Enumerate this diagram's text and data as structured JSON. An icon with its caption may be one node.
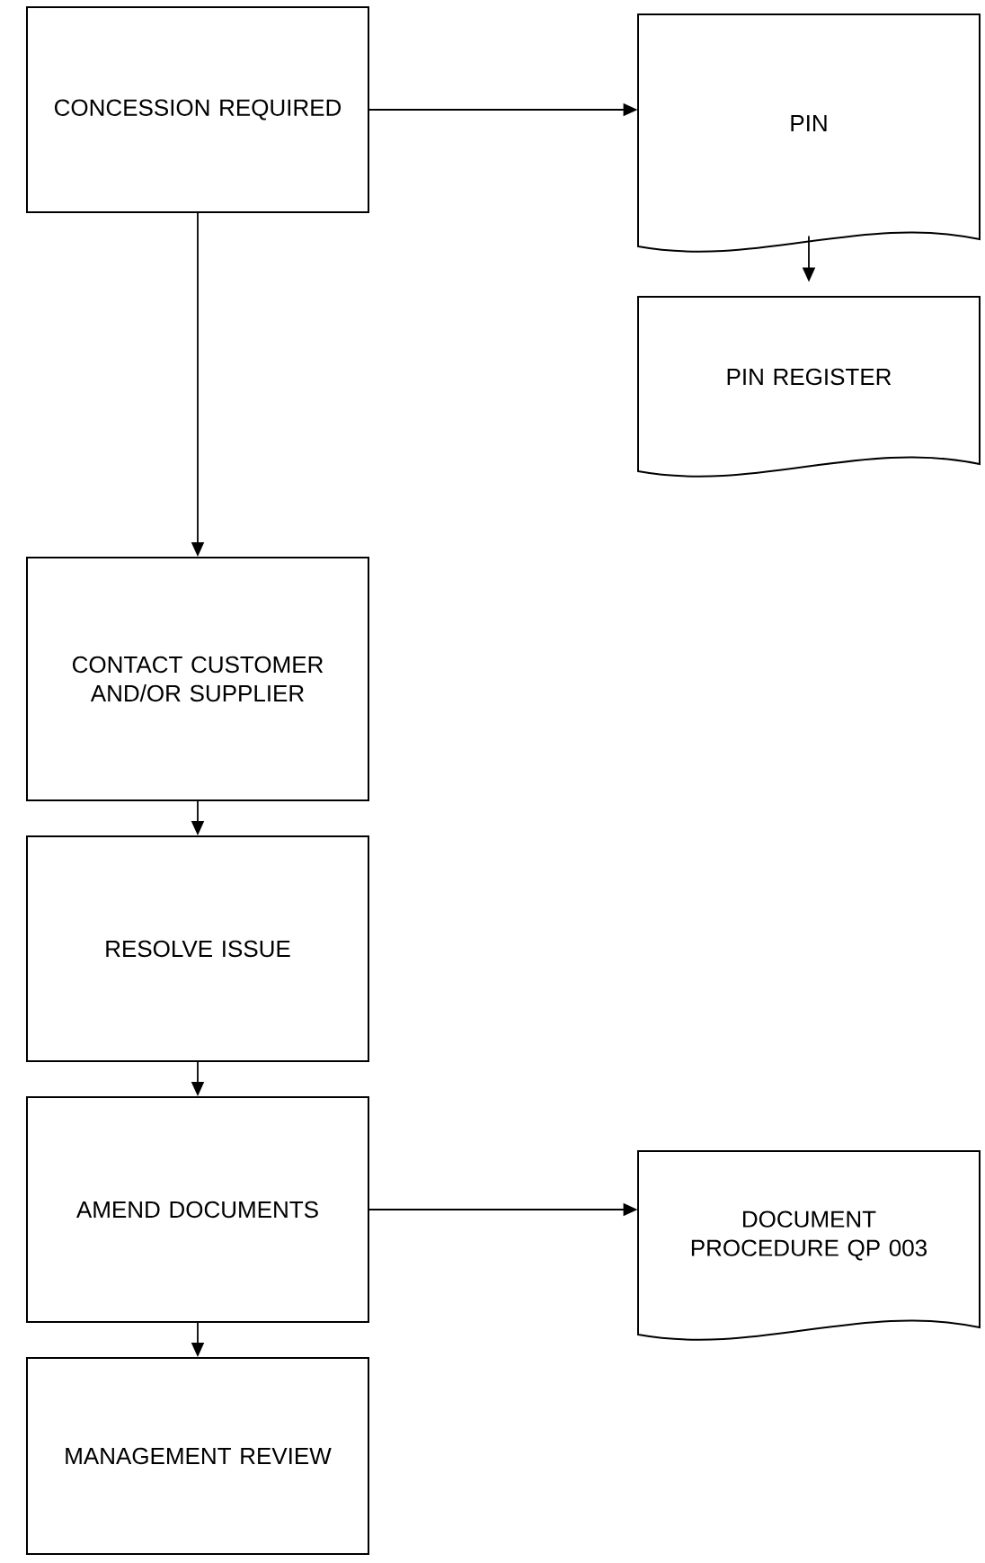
{
  "diagram": {
    "nodes": [
      {
        "text": [
          "CONCESSION REQUIRED"
        ]
      },
      {
        "text": [
          "PIN"
        ]
      },
      {
        "text": [
          "PIN REGISTER"
        ]
      },
      {
        "text": [
          "CONTACT CUSTOMER AND/OR SUPPLIER"
        ]
      },
      {
        "text": [
          "RESOLVE ISSUE"
        ]
      },
      {
        "text": [
          "AMEND DOCUMENTS"
        ]
      },
      {
        "text": [
          "DOCUMENT PROCEDURE QP 003"
        ]
      },
      {
        "text": [
          "MANAGEMENT REVIEW"
        ]
      }
    ],
    "edges": [
      {
        "from": 0,
        "to": 1,
        "arrow": "to"
      },
      {
        "from": 1,
        "to": 2,
        "arrow": "to"
      },
      {
        "from": 0,
        "to": 3,
        "arrow": "to"
      },
      {
        "from": 3,
        "to": 4,
        "arrow": "to"
      },
      {
        "from": 4,
        "to": 5,
        "arrow": "to"
      },
      {
        "from": 5,
        "to": 6,
        "arrow": "to"
      },
      {
        "from": 5,
        "to": 7,
        "arrow": "to"
      }
    ]
  }
}
